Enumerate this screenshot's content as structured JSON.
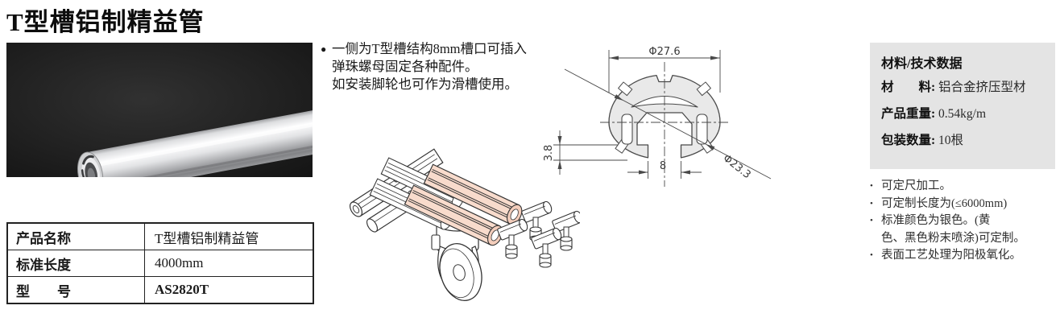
{
  "page": {
    "title": "T型槽铝制精益管"
  },
  "intro": {
    "bullet": "●",
    "line1": "一侧为T型槽结构8mm槽口可插入",
    "line2": "弹珠螺母固定各种配件。",
    "line3": "如安装脚轮也可作为滑槽使用。"
  },
  "product_table": {
    "rows": [
      {
        "label": "产品名称",
        "value": "T型槽铝制精益管"
      },
      {
        "label": "标准长度",
        "value": "4000mm"
      },
      {
        "label": "型　　号",
        "value": "AS2820T"
      }
    ]
  },
  "tech_drawing": {
    "outer_diameter": "Φ27.6",
    "inner_diameter": "Φ23.3",
    "ledge_height": "3.8",
    "slot_width": "8"
  },
  "spec_panel": {
    "heading": "材料/技术数据",
    "items": [
      {
        "label": "材　　料:",
        "value": "铝合金挤压型材"
      },
      {
        "label": "产品重量:",
        "value": "0.54kg/m"
      },
      {
        "label": "包装数量:",
        "value": "10根"
      }
    ]
  },
  "notes": {
    "bullet": "•",
    "items": [
      {
        "line1": "可定尺加工。"
      },
      {
        "line1": "可定制长度为(≤6000mm)"
      },
      {
        "line1": "标准颜色为银色。(黄",
        "line2": "色、黑色粉末喷涂)可定制。"
      },
      {
        "line1": "表面工艺处理为阳极氧化。"
      }
    ]
  },
  "colors": {
    "highlight_pink": "#f8dbcc",
    "panel_gray": "#e4e4e4",
    "drawing_fill": "#e9e9e9",
    "line": "#3a3a3a",
    "photo_bg": "#1b1b1b"
  }
}
